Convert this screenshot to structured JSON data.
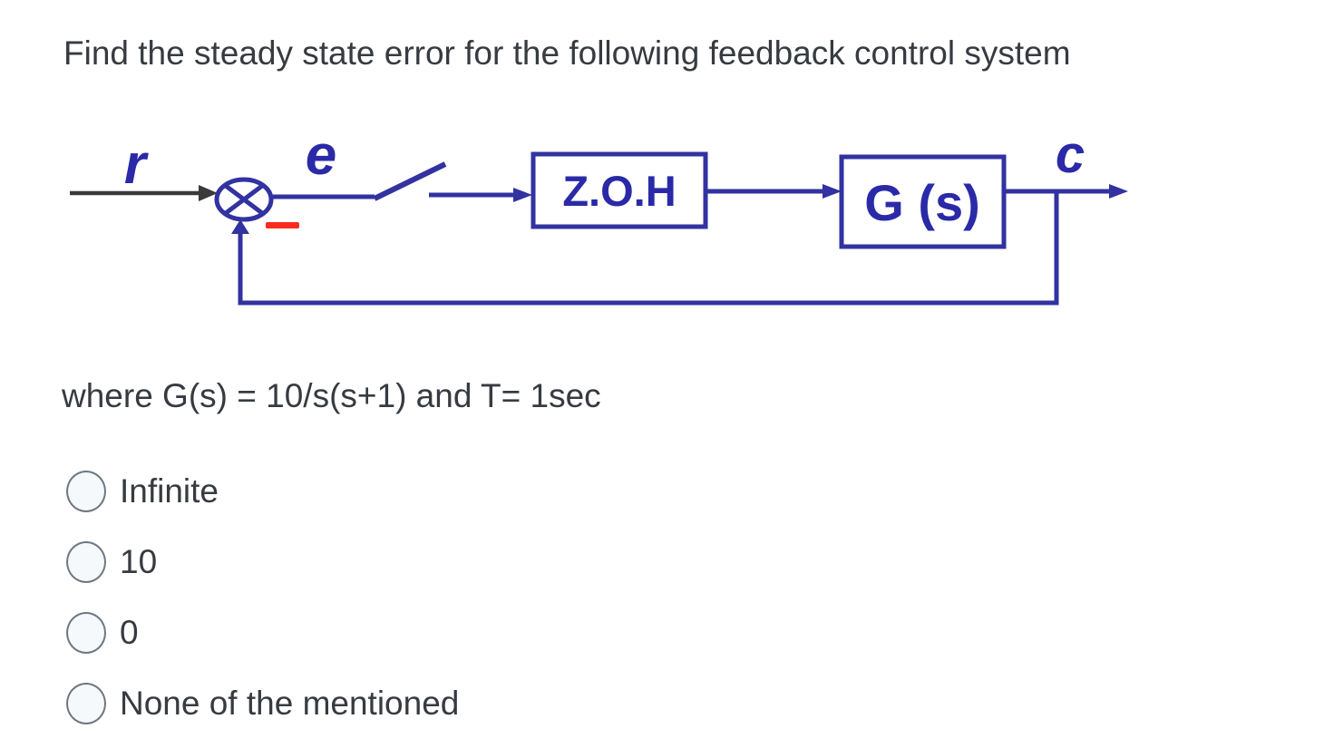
{
  "question": {
    "title": "Find the steady state error for the following feedback control system",
    "condition": "where G(s) = 10/s(s+1) and T= 1sec"
  },
  "diagram": {
    "labels": {
      "input": "r",
      "error": "e",
      "output": "c",
      "zoh_block": "Z.O.H",
      "plant_block": "G (s)"
    },
    "feedback_sign": "negative",
    "colors": {
      "line_blue": "#3232a0",
      "text_blue": "#2a2aa8",
      "arrow_black": "#3a3a3a",
      "minus_red": "#f92c1f",
      "block_fill": "#ffffff"
    }
  },
  "options": [
    {
      "label": "Infinite"
    },
    {
      "label": "10"
    },
    {
      "label": "0"
    },
    {
      "label": "None of the mentioned"
    }
  ]
}
